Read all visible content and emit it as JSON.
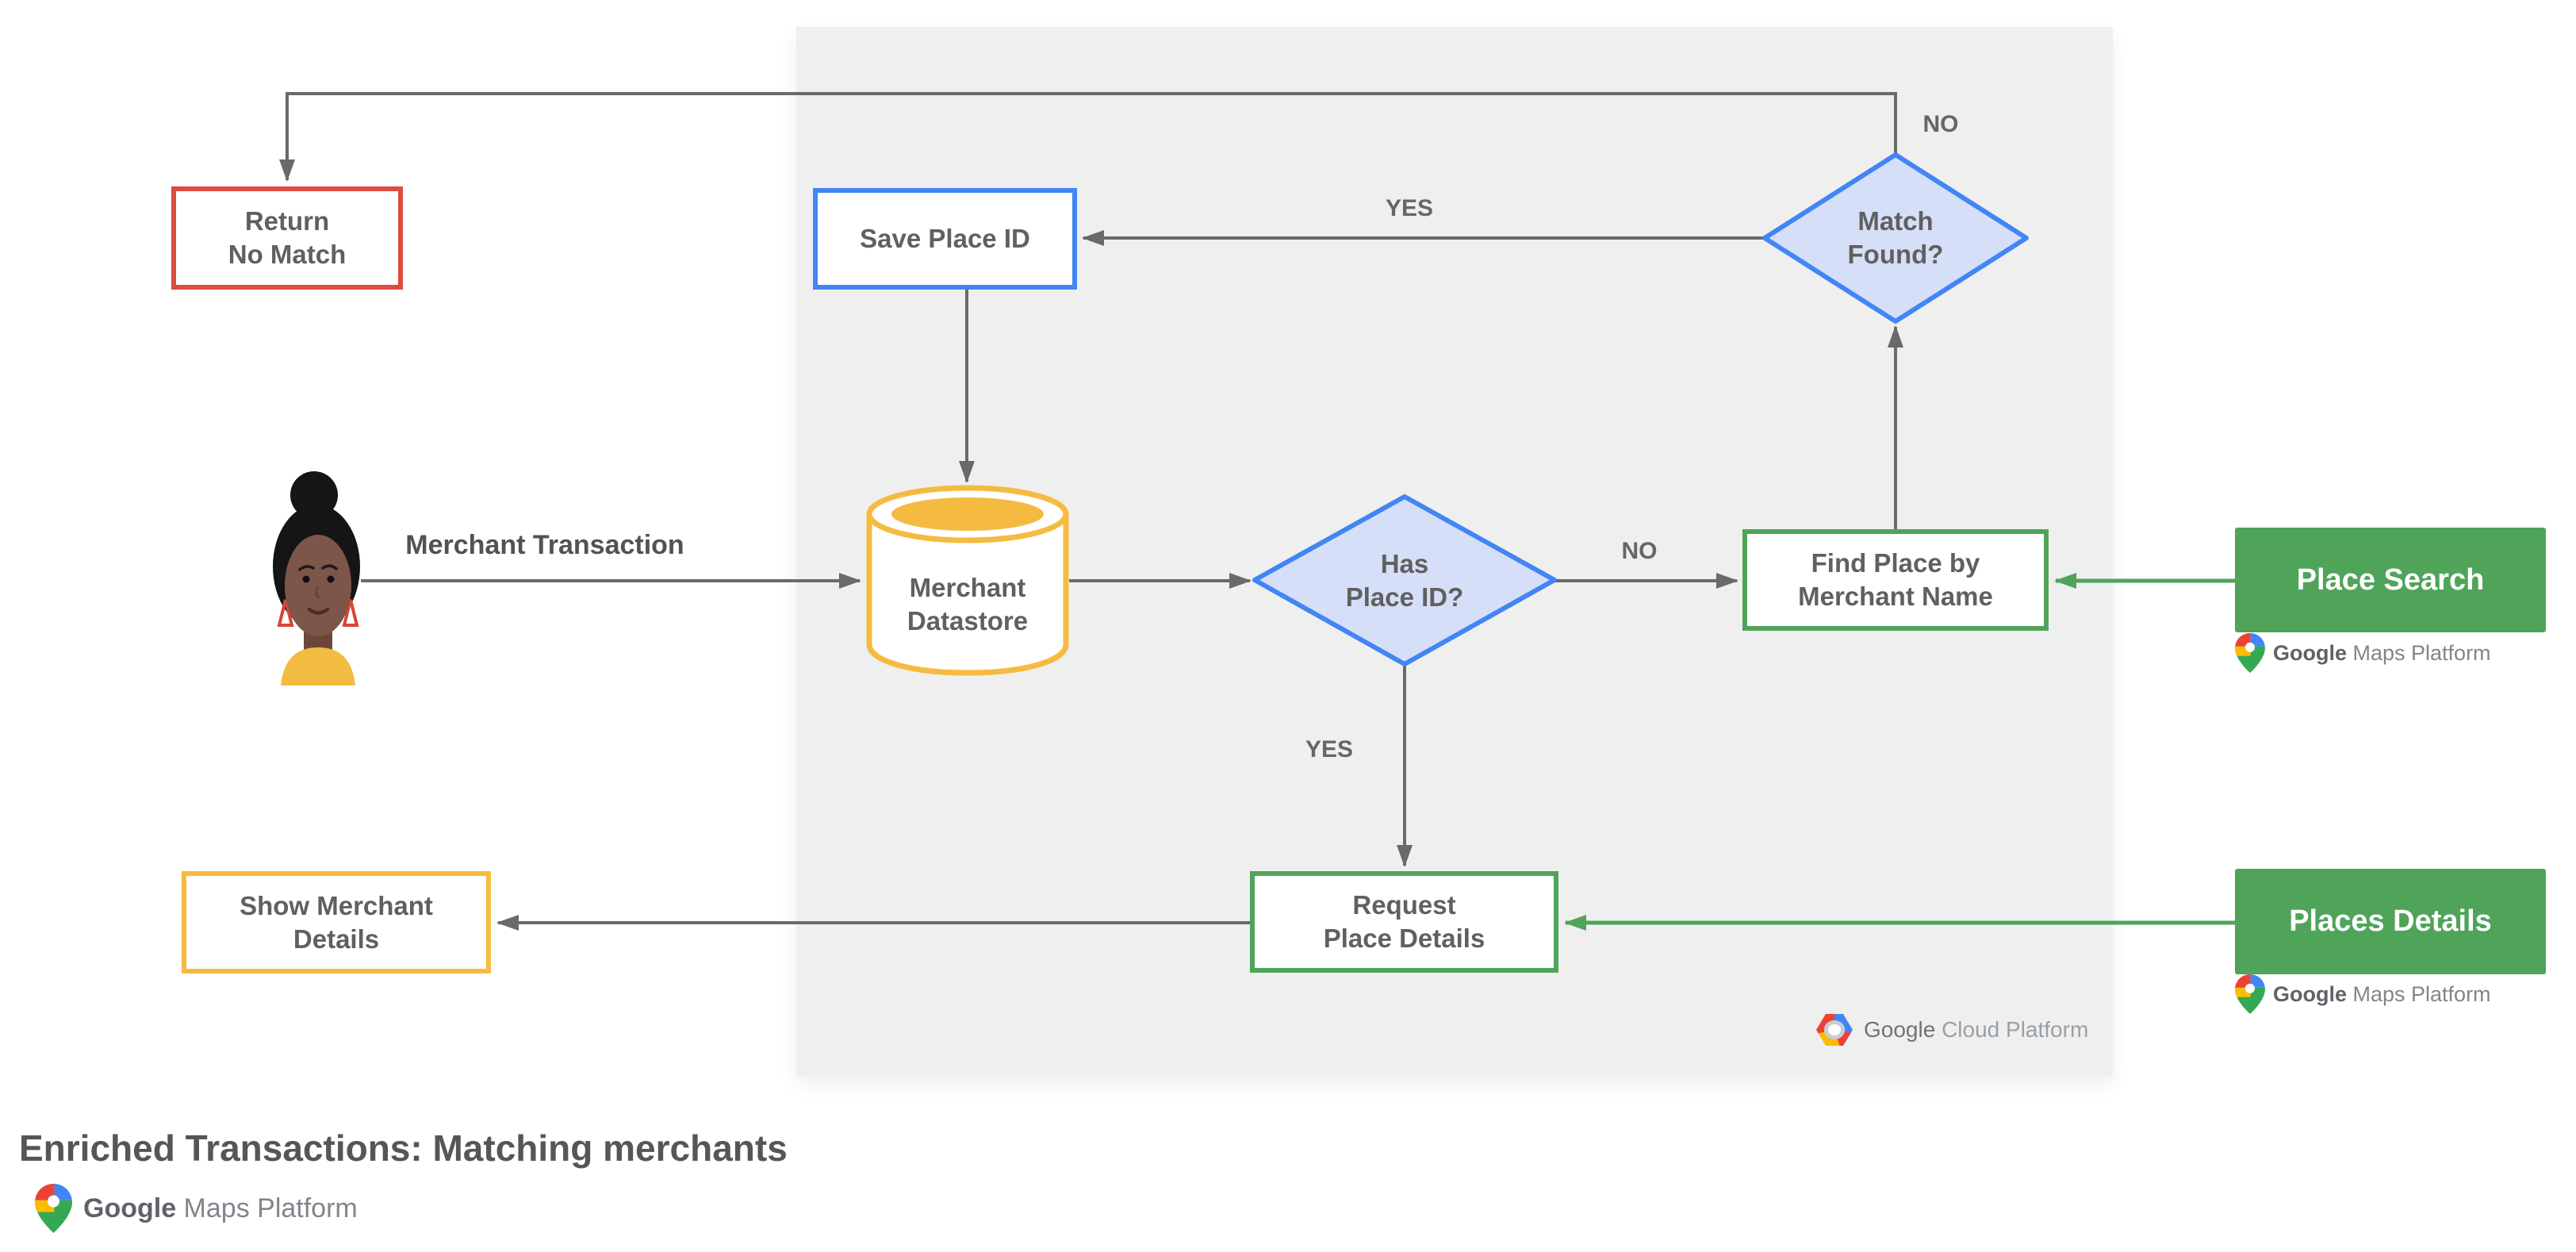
{
  "title": "Enriched Transactions: Matching merchants",
  "brand": {
    "maps_platform": {
      "google": "Google",
      "rest": " Maps Platform"
    },
    "cloud_platform": {
      "google": "Google",
      "rest": " Cloud Platform"
    }
  },
  "icons": {
    "maps_pin": "google-maps-pin-icon",
    "cloud_hexagon": "google-cloud-hexagon-icon",
    "avatar": "merchant-person-avatar"
  },
  "colors": {
    "red": "#DC4C3F",
    "blue": "#4285F4",
    "diamond_fill": "#D5DFF7",
    "yellow": "#F5BB41",
    "green": "#4FA45A",
    "connector_gray": "#6A6A6A",
    "panel_gray": "#EFEFEF",
    "text_gray": "#606060"
  },
  "nodes": {
    "return_no_match": {
      "lines": [
        "Return",
        "No Match"
      ]
    },
    "save_place_id": {
      "lines": [
        "Save Place ID"
      ]
    },
    "match_found": {
      "lines": [
        "Match",
        "Found?"
      ]
    },
    "merchant_datastore": {
      "lines": [
        "Merchant",
        "Datastore"
      ]
    },
    "has_place_id": {
      "lines": [
        "Has",
        "Place ID?"
      ]
    },
    "find_place_by_merchant_name": {
      "lines": [
        "Find Place by",
        "Merchant Name"
      ]
    },
    "request_place_details": {
      "lines": [
        "Request",
        "Place Details"
      ]
    },
    "show_merchant_details": {
      "lines": [
        "Show Merchant",
        "Details"
      ]
    }
  },
  "api_nodes": {
    "place_search": {
      "label": "Place Search"
    },
    "places_details": {
      "label": "Places Details"
    }
  },
  "edge_labels": {
    "match_found_no": "NO",
    "match_found_yes": "YES",
    "has_place_id_no": "NO",
    "has_place_id_yes": "YES",
    "merchant_transaction": "Merchant Transaction"
  }
}
